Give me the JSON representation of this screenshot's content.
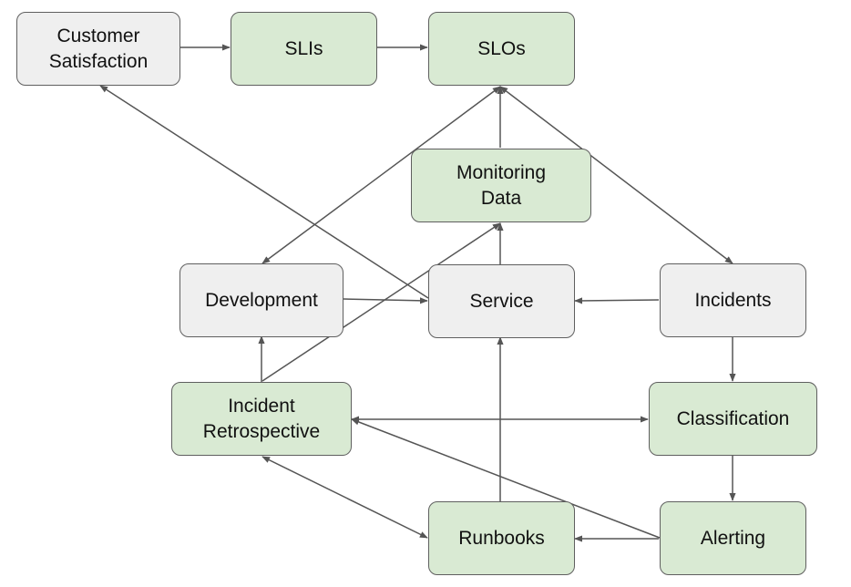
{
  "colors": {
    "gray_fill": "#efefef",
    "green_fill": "#d9ead3",
    "border": "#5f5f5f",
    "arrow": "#555555"
  },
  "nodes": {
    "customer_satisfaction": "Customer\nSatisfaction",
    "slis": "SLIs",
    "slos": "SLOs",
    "monitoring_data": "Monitoring\nData",
    "development": "Development",
    "service": "Service",
    "incidents": "Incidents",
    "incident_retrospective": "Incident\nRetrospective",
    "classification": "Classification",
    "runbooks": "Runbooks",
    "alerting": "Alerting"
  }
}
